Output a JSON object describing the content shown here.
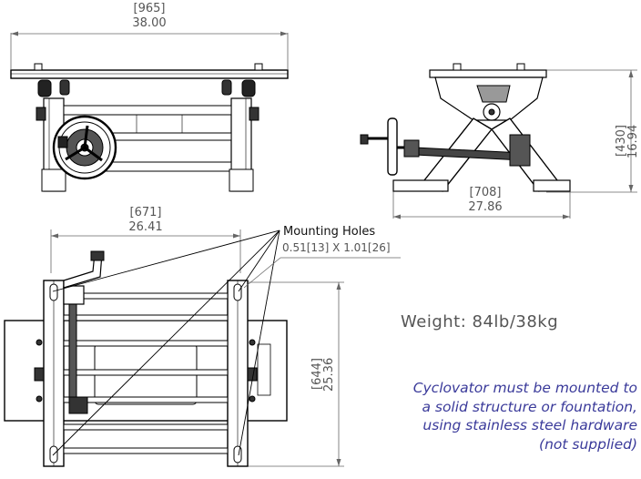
{
  "top_view": {
    "width_mm": "[965]",
    "width_in": "38.00"
  },
  "side_view": {
    "width_mm": "[708]",
    "width_in": "27.86",
    "height_mm": "[430]",
    "height_in": "16.94"
  },
  "plan_view": {
    "width_mm": "[671]",
    "width_in": "26.41",
    "depth_mm": "[644]",
    "depth_in": "25.36"
  },
  "mounting_holes": {
    "label": "Mounting Holes",
    "size": "0.51[13] X 1.01[26]"
  },
  "weight": "Weight: 84lb/38kg",
  "note_lines": [
    "Cyclovator must be mounted to",
    "a solid structure or fountation,",
    "using stainless steel hardware",
    "(not supplied)"
  ]
}
